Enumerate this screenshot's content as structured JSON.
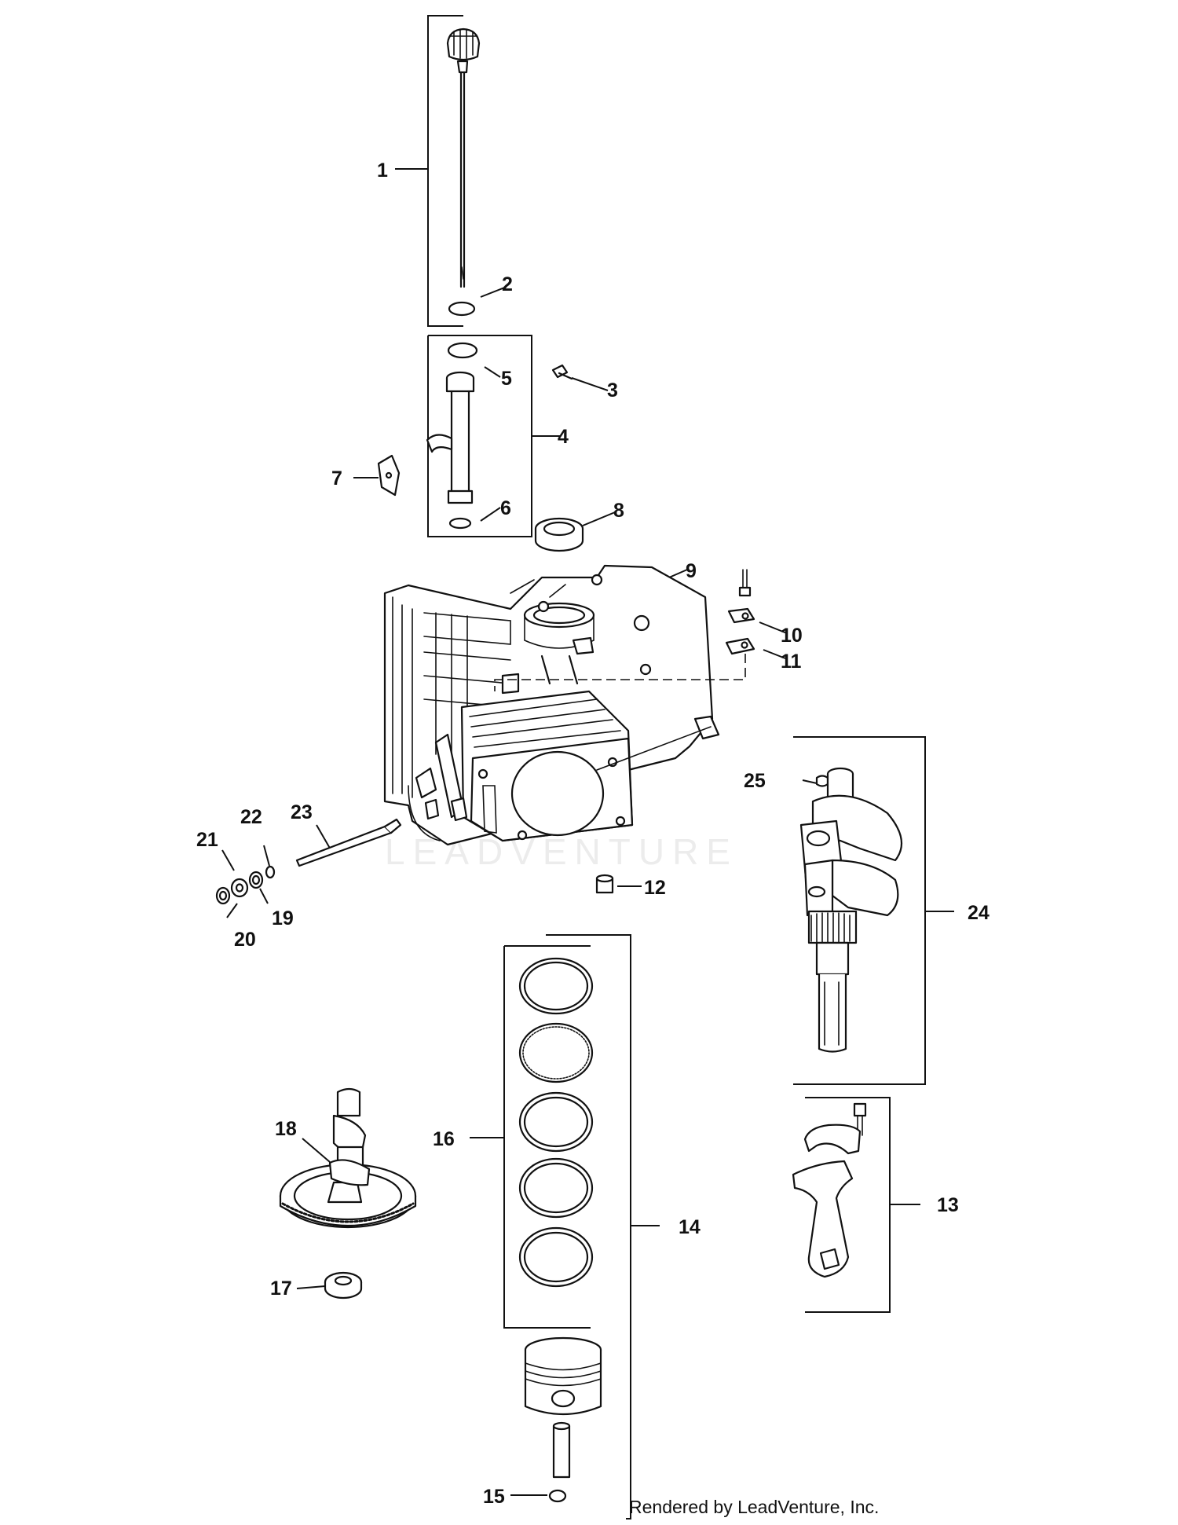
{
  "callouts": [
    "1",
    "2",
    "3",
    "4",
    "5",
    "6",
    "7",
    "8",
    "9",
    "10",
    "11",
    "12",
    "13",
    "14",
    "15",
    "16",
    "17",
    "18",
    "19",
    "20",
    "21",
    "22",
    "23",
    "24",
    "25"
  ],
  "watermark": "LEADVENTURE",
  "credit": "Rendered by LeadVenture, Inc."
}
